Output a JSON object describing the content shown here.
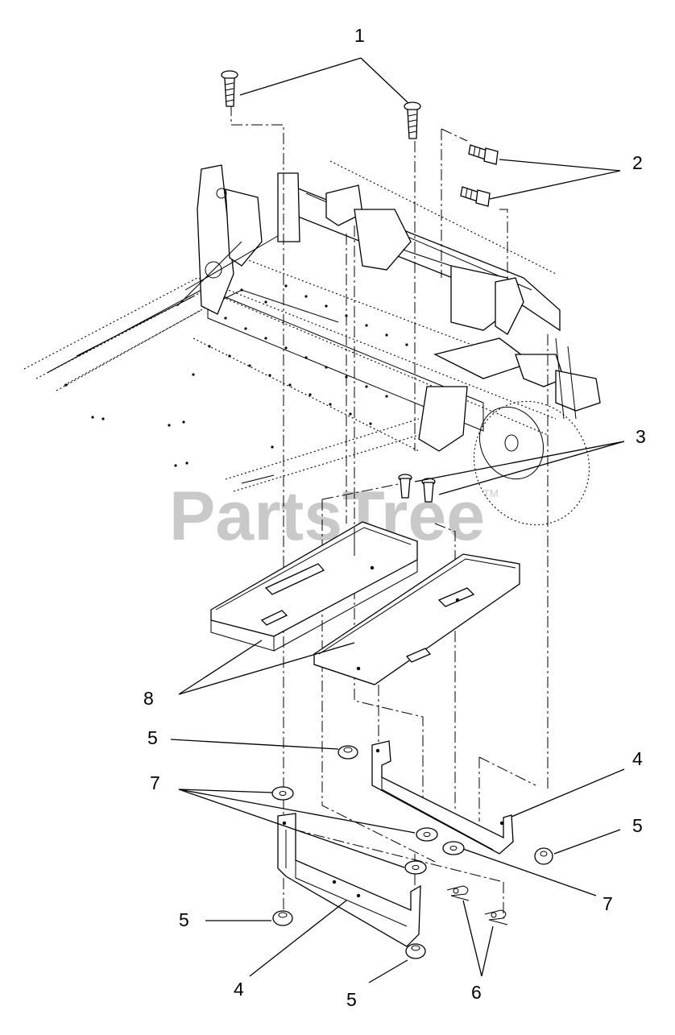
{
  "watermark": {
    "text": "PartsTree",
    "trademark": "TM"
  },
  "callouts": {
    "c1_top": "1",
    "c2": "2",
    "c3": "3",
    "c8": "8",
    "c5_left_mid": "5",
    "c7_left": "7",
    "c4_right": "4",
    "c5_right": "5",
    "c7_right": "7",
    "c5_bottom_left": "5",
    "c4_bottom": "4",
    "c5_bottom": "5",
    "c6": "6"
  }
}
